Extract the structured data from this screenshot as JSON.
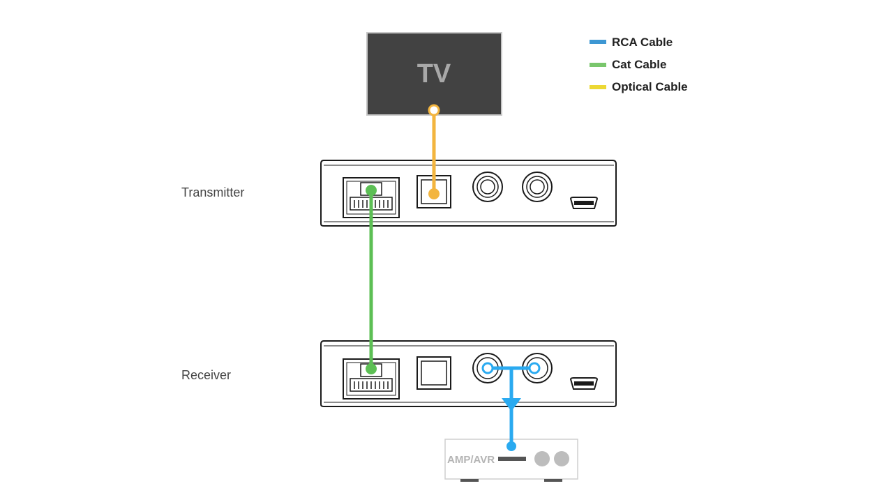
{
  "legend": {
    "items": [
      {
        "label": "RCA Cable",
        "color": "#3d97d3"
      },
      {
        "label": "Cat Cable",
        "color": "#79c66c"
      },
      {
        "label": "Optical Cable",
        "color": "#ecd834"
      }
    ]
  },
  "tv": {
    "label": "TV",
    "box_color": "#424242",
    "text_color": "#a8a8a8"
  },
  "devices": {
    "transmitter_label": "Transmitter",
    "receiver_label": "Receiver"
  },
  "amp": {
    "label": "AMP/AVR"
  },
  "cables": {
    "optical_color": "#f3b53f",
    "cat_color": "#5cbf54",
    "rca_color": "#2aaaf0"
  },
  "connections": [
    {
      "from": "TV",
      "to": "Transmitter optical port",
      "cable": "Optical Cable"
    },
    {
      "from": "Transmitter Cat port",
      "to": "Receiver Cat port",
      "cable": "Cat Cable"
    },
    {
      "from": "Receiver RCA ports",
      "to": "AMP/AVR",
      "cable": "RCA Cable"
    }
  ]
}
